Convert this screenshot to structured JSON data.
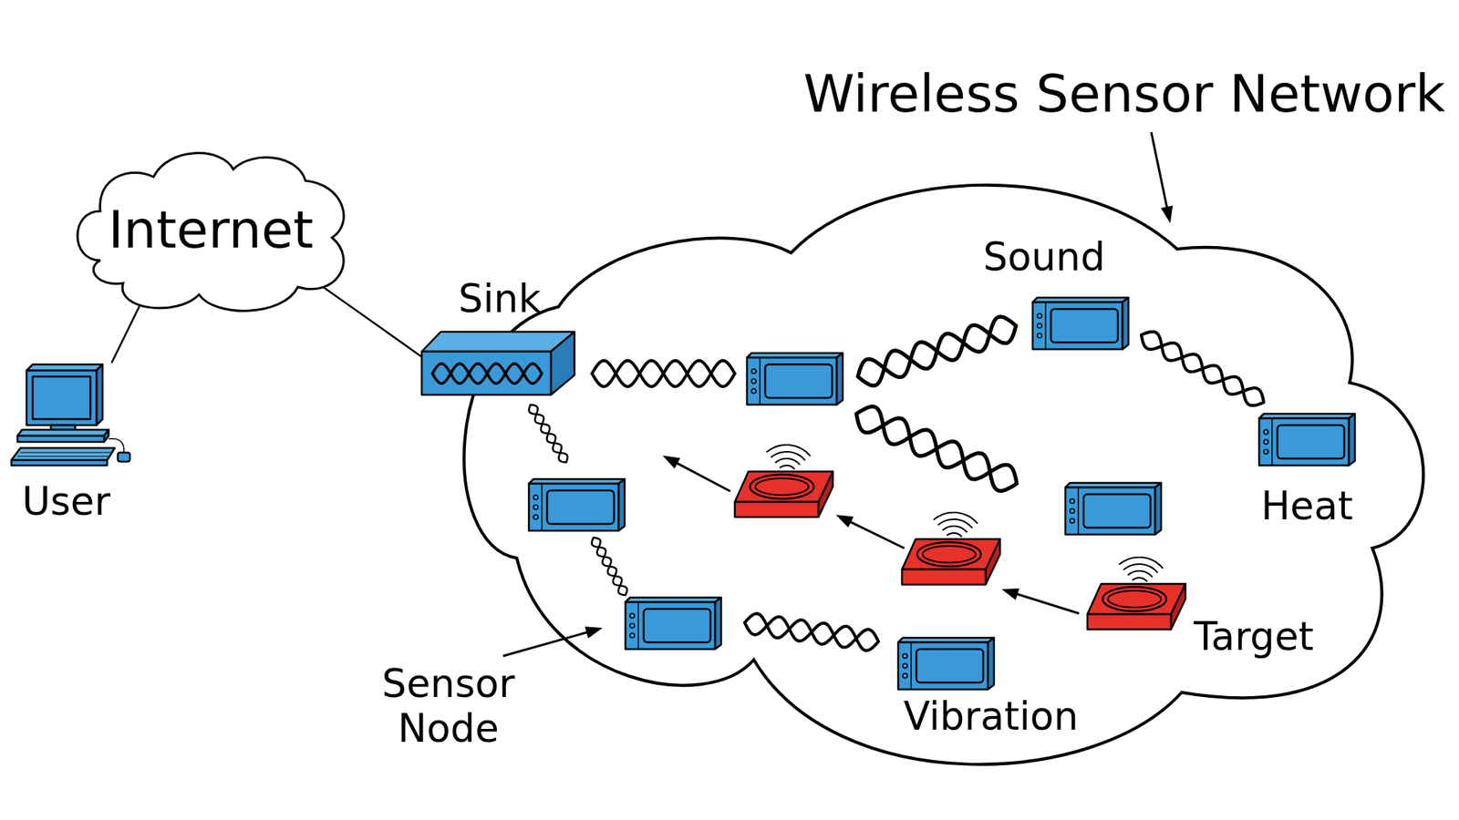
{
  "diagram": {
    "nodes": [
      {
        "text": [
          "Internet"
        ]
      },
      {
        "text": [
          "User"
        ]
      },
      {
        "text": [
          "Sink"
        ]
      },
      {
        "text": [
          "Wireless Sensor Network"
        ]
      },
      {
        "text": [
          "Sound"
        ],
        "in": 3
      },
      {
        "text": [
          "Heat"
        ],
        "in": 3
      },
      {
        "text": [
          "Target"
        ],
        "in": 3
      },
      {
        "text": [
          "Vibration"
        ],
        "in": 3
      }
    ],
    "edges": [
      {
        "from": 0,
        "to": 1,
        "arrow": "none"
      },
      {
        "from": 0,
        "to": 2,
        "arrow": "none"
      },
      {
        "from": 4,
        "to": 5,
        "arrow": "none"
      }
    ],
    "labels": [
      "Sensor Node"
    ]
  }
}
